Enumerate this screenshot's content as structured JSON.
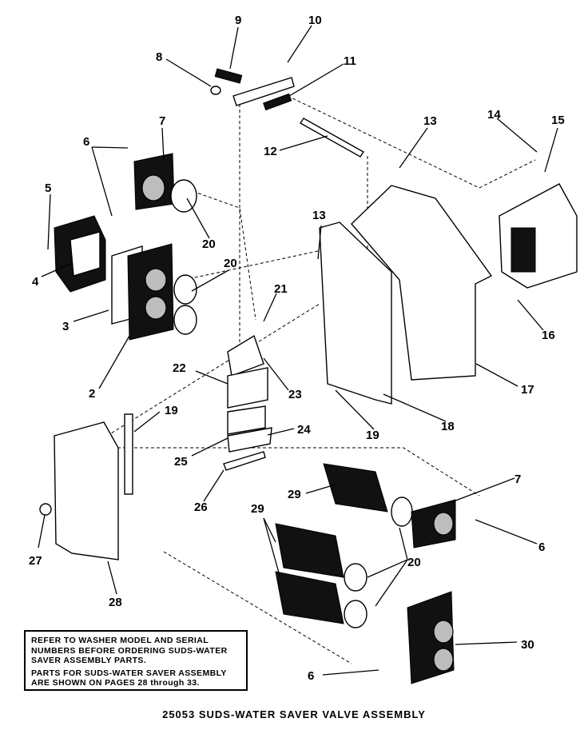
{
  "diagram": {
    "callouts": [
      "9",
      "10",
      "8",
      "11",
      "12",
      "13",
      "14",
      "15",
      "7",
      "6",
      "5",
      "20",
      "20",
      "4",
      "3",
      "2",
      "13",
      "21",
      "22",
      "23",
      "24",
      "25",
      "26",
      "19",
      "19",
      "18",
      "17",
      "16",
      "7",
      "6",
      "29",
      "29",
      "20",
      "27",
      "28",
      "30",
      "6"
    ]
  },
  "notice": {
    "line1": "REFER TO WASHER MODEL AND SERIAL NUMBERS BEFORE ORDERING SUDS-WATER SAVER ASSEMBLY PARTS.",
    "line2": "PARTS FOR SUDS-WATER SAVER ASSEMBLY ARE SHOWN ON PAGES 28 through 33."
  },
  "caption": "25053 SUDS-WATER SAVER VALVE ASSEMBLY"
}
